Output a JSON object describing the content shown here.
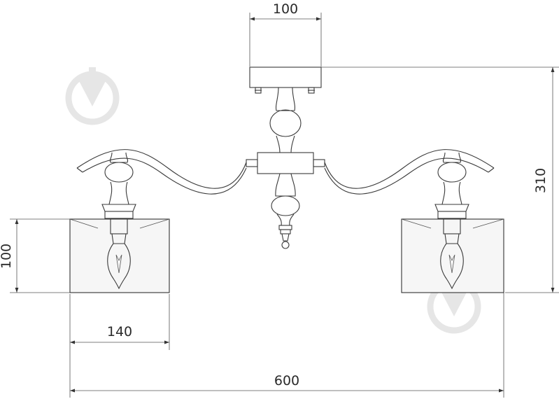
{
  "dimensions": {
    "top_width": "100",
    "total_height": "310",
    "shade_height": "100",
    "shade_width": "140",
    "total_width": "600"
  },
  "watermark_icon": "download-arrow-badge"
}
